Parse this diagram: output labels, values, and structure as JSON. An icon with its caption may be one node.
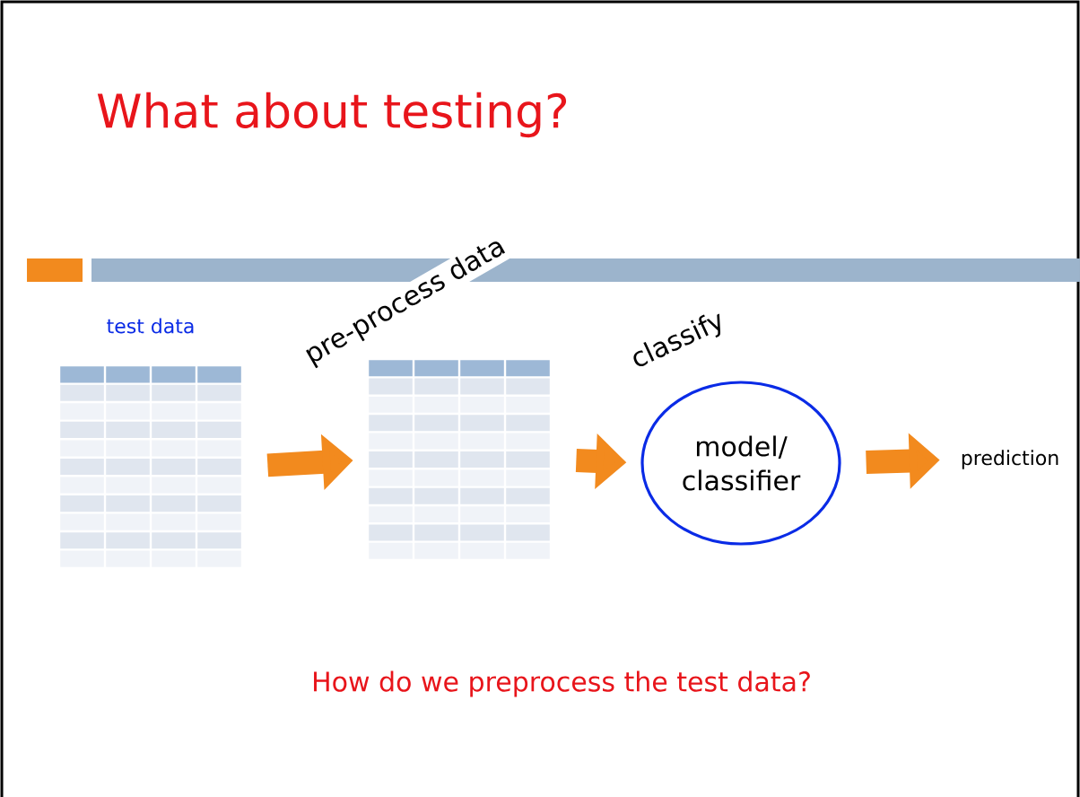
{
  "diagram": {
    "title": "What about testing?",
    "nodes": [
      {
        "text": [],
        "shape": "table",
        "beside": [
          "test data"
        ]
      },
      {
        "text": [],
        "shape": "table"
      },
      {
        "text": [
          "model/ classifier"
        ]
      },
      {
        "text": [
          "prediction"
        ]
      }
    ],
    "edges": [
      {
        "from": 0,
        "to": 1,
        "arrow": "to",
        "label": "pre-process data"
      },
      {
        "from": 1,
        "to": 2,
        "arrow": "to",
        "label": "classify"
      },
      {
        "from": 2,
        "to": 3,
        "arrow": "to"
      }
    ],
    "labels": [
      "How do we preprocess the test data?"
    ]
  }
}
